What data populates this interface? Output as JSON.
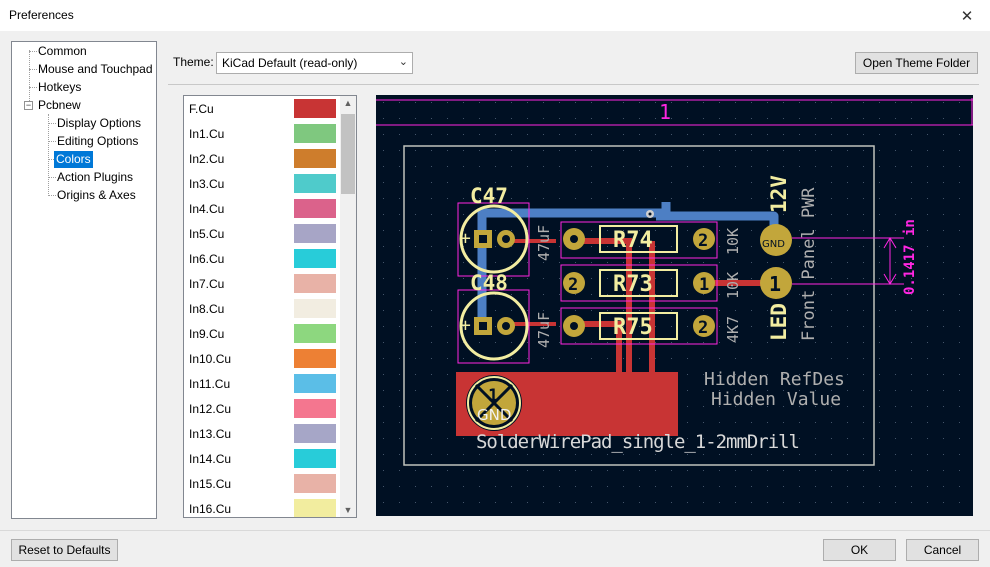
{
  "window": {
    "title": "Preferences",
    "close_glyph": "✕"
  },
  "tree": {
    "items": [
      {
        "label": "Common"
      },
      {
        "label": "Mouse and Touchpad"
      },
      {
        "label": "Hotkeys"
      },
      {
        "label": "Pcbnew",
        "expander": "−"
      },
      {
        "label": "Display Options"
      },
      {
        "label": "Editing Options"
      },
      {
        "label": "Colors",
        "selected": true
      },
      {
        "label": "Action Plugins"
      },
      {
        "label": "Origins & Axes"
      }
    ]
  },
  "theme": {
    "label": "Theme:",
    "value": "KiCad Default (read-only)",
    "open_folder_label": "Open Theme Folder"
  },
  "layers": [
    {
      "name": "F.Cu",
      "color": "#c83434"
    },
    {
      "name": "In1.Cu",
      "color": "#7fc87f"
    },
    {
      "name": "In2.Cu",
      "color": "#ce7d2c"
    },
    {
      "name": "In3.Cu",
      "color": "#4fcbcb"
    },
    {
      "name": "In4.Cu",
      "color": "#db628b"
    },
    {
      "name": "In5.Cu",
      "color": "#a7a5c6"
    },
    {
      "name": "In6.Cu",
      "color": "#28ccd9"
    },
    {
      "name": "In7.Cu",
      "color": "#e8b2a7"
    },
    {
      "name": "In8.Cu",
      "color": "#f2ede1"
    },
    {
      "name": "In9.Cu",
      "color": "#8dd77f"
    },
    {
      "name": "In10.Cu",
      "color": "#ed8034"
    },
    {
      "name": "In11.Cu",
      "color": "#5bbee7"
    },
    {
      "name": "In12.Cu",
      "color": "#f4768f"
    },
    {
      "name": "In13.Cu",
      "color": "#a6a6c7"
    },
    {
      "name": "In14.Cu",
      "color": "#28ccd9"
    },
    {
      "name": "In15.Cu",
      "color": "#e8b2a7"
    },
    {
      "name": "In16.Cu",
      "color": "#f2ed9f"
    }
  ],
  "preview": {
    "ruler_label": "1",
    "c47_ref": "C47",
    "c48_ref": "C48",
    "c47_val": "47uF",
    "c48_val": "47uF",
    "r74_ref": "R74",
    "r73_ref": "R73",
    "r75_ref": "R75",
    "r74_val": "10K",
    "r73_val": "10K",
    "r75_val": "4K7",
    "pad1": "1",
    "pad2": "2",
    "net_12v": "12V",
    "net_gnd": "GND",
    "led_label": "LED",
    "front_panel": "Front Panel PWR",
    "dimension": "0.1417 in",
    "hidden_ref": "Hidden RefDes",
    "hidden_val": "Hidden Value",
    "footprint": "SolderWirePad_single_1-2mmDrill",
    "big_pad_num": "1",
    "big_pad_net": "GND",
    "colors": {
      "background": "#001023",
      "front_copper": "#c83434",
      "back_copper": "#4d7fc4",
      "silkscreen": "#f2eda1",
      "fab": "#afafaf",
      "courtyard": "#ff26e2",
      "edge": "#d0d2cd",
      "pad": "#c2a63b"
    }
  },
  "buttons": {
    "reset": "Reset to Defaults",
    "ok": "OK",
    "cancel": "Cancel"
  }
}
